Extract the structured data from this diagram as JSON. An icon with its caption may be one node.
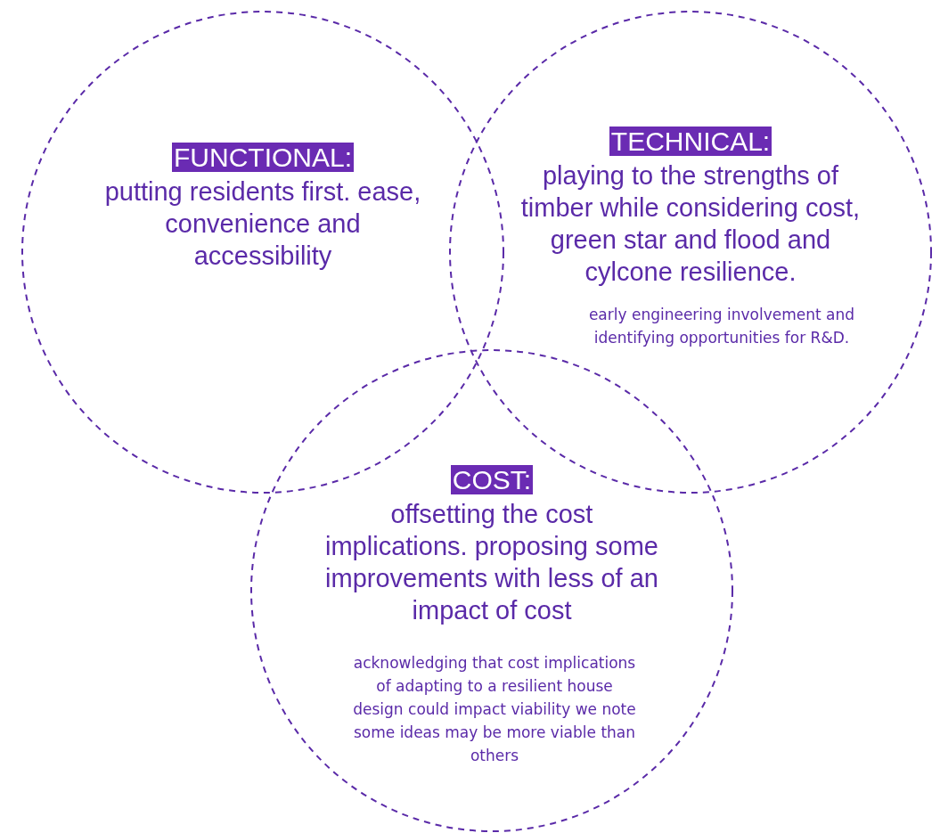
{
  "diagram": {
    "nodes": [
      {
        "text": [
          "FUNCTIONAL:",
          "putting residents first. ease, convenience and accessibility"
        ]
      },
      {
        "text": [
          "TECHNICAL:",
          "playing to the strengths of timber while considering cost, green star and flood and cylcone resilience.",
          "early engineering involvement and identifying opportunities for R&D."
        ]
      },
      {
        "text": [
          "COST:",
          "offsetting the cost implications. proposing some improvements with less of an impact of cost",
          "acknowledging that cost implications of adapting to a resilient house design could impact viability we note some ideas may be more viable than others"
        ]
      }
    ]
  }
}
